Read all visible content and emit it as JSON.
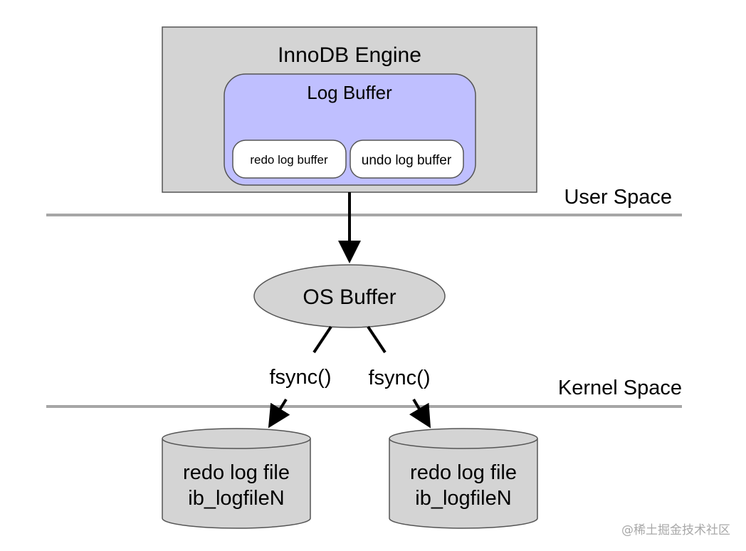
{
  "engine": {
    "title": "InnoDB Engine",
    "fill": "#d4d4d4"
  },
  "log_buffer": {
    "title": "Log Buffer",
    "fill": "#bfbfff",
    "redo_label": "redo log buffer",
    "undo_label": "undo log buffer"
  },
  "spaces": {
    "user_space_label": "User Space",
    "kernel_space_label": "Kernel Space",
    "divider_color": "#a6a6a6"
  },
  "os_buffer": {
    "label": "OS Buffer",
    "fill": "#d4d4d4"
  },
  "fsync": {
    "left_label": "fsync()",
    "right_label": "fsync()"
  },
  "files": [
    {
      "line1": "redo log file",
      "line2": "ib_logfileN"
    },
    {
      "line1": "redo log file",
      "line2": "ib_logfileN"
    }
  ],
  "watermark": "@稀土掘金技术社区"
}
